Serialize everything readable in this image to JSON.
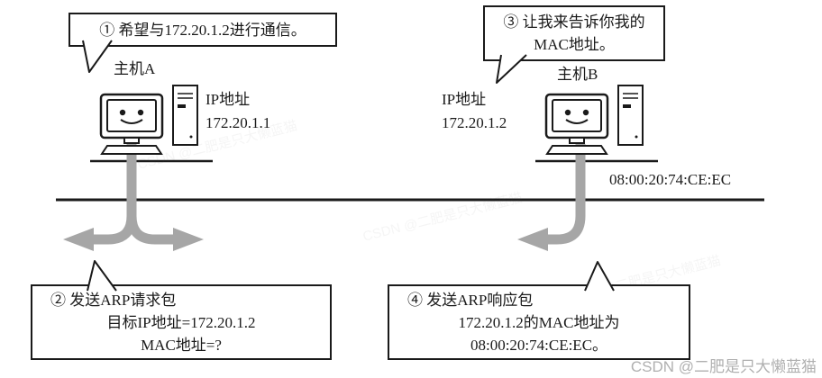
{
  "callouts": {
    "c1": {
      "lines": [
        "① 希望与172.20.1.2进行通信。"
      ]
    },
    "c2": {
      "lines": [
        "② 发送ARP请求包",
        "目标IP地址=172.20.1.2",
        "MAC地址=?"
      ]
    },
    "c3": {
      "lines": [
        "③ 让我来告诉你我的",
        "MAC地址。"
      ]
    },
    "c4": {
      "lines": [
        "④ 发送ARP响应包",
        "172.20.1.2的MAC地址为",
        "08:00:20:74:CE:EC。"
      ]
    }
  },
  "host_a": {
    "name": "主机A",
    "ip_label": "IP地址",
    "ip": "172.20.1.1"
  },
  "host_b": {
    "name": "主机B",
    "ip_label": "IP地址",
    "ip": "172.20.1.2"
  },
  "network": {
    "mac": "08:00:20:74:CE:EC"
  },
  "watermark": "CSDN @二肥是只大懒蓝猫",
  "colors": {
    "ink": "#1a1a1a",
    "arrow": "#a6a6a6",
    "watermark": "#b0b0b0",
    "background": "#ffffff"
  }
}
